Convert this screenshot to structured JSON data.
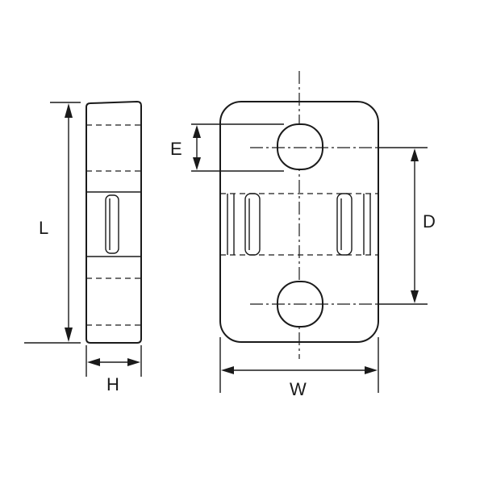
{
  "labels": {
    "length": "L",
    "height": "H",
    "width": "W",
    "slot_length": "E",
    "hole_spacing": "D"
  },
  "colors": {
    "line": "#1a1a1a",
    "background": "#ffffff"
  }
}
